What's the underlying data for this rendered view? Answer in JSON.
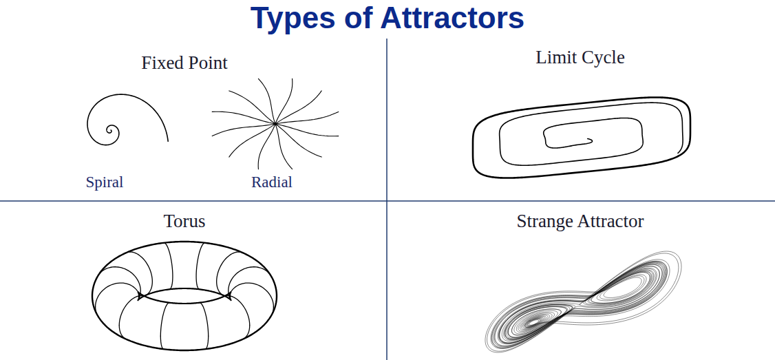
{
  "diagram": {
    "title": "Types of Attractors",
    "labels": [
      "Fixed Point",
      "Spiral",
      "Radial",
      "Limit Cycle",
      "Torus",
      "Strange Attractor"
    ]
  }
}
